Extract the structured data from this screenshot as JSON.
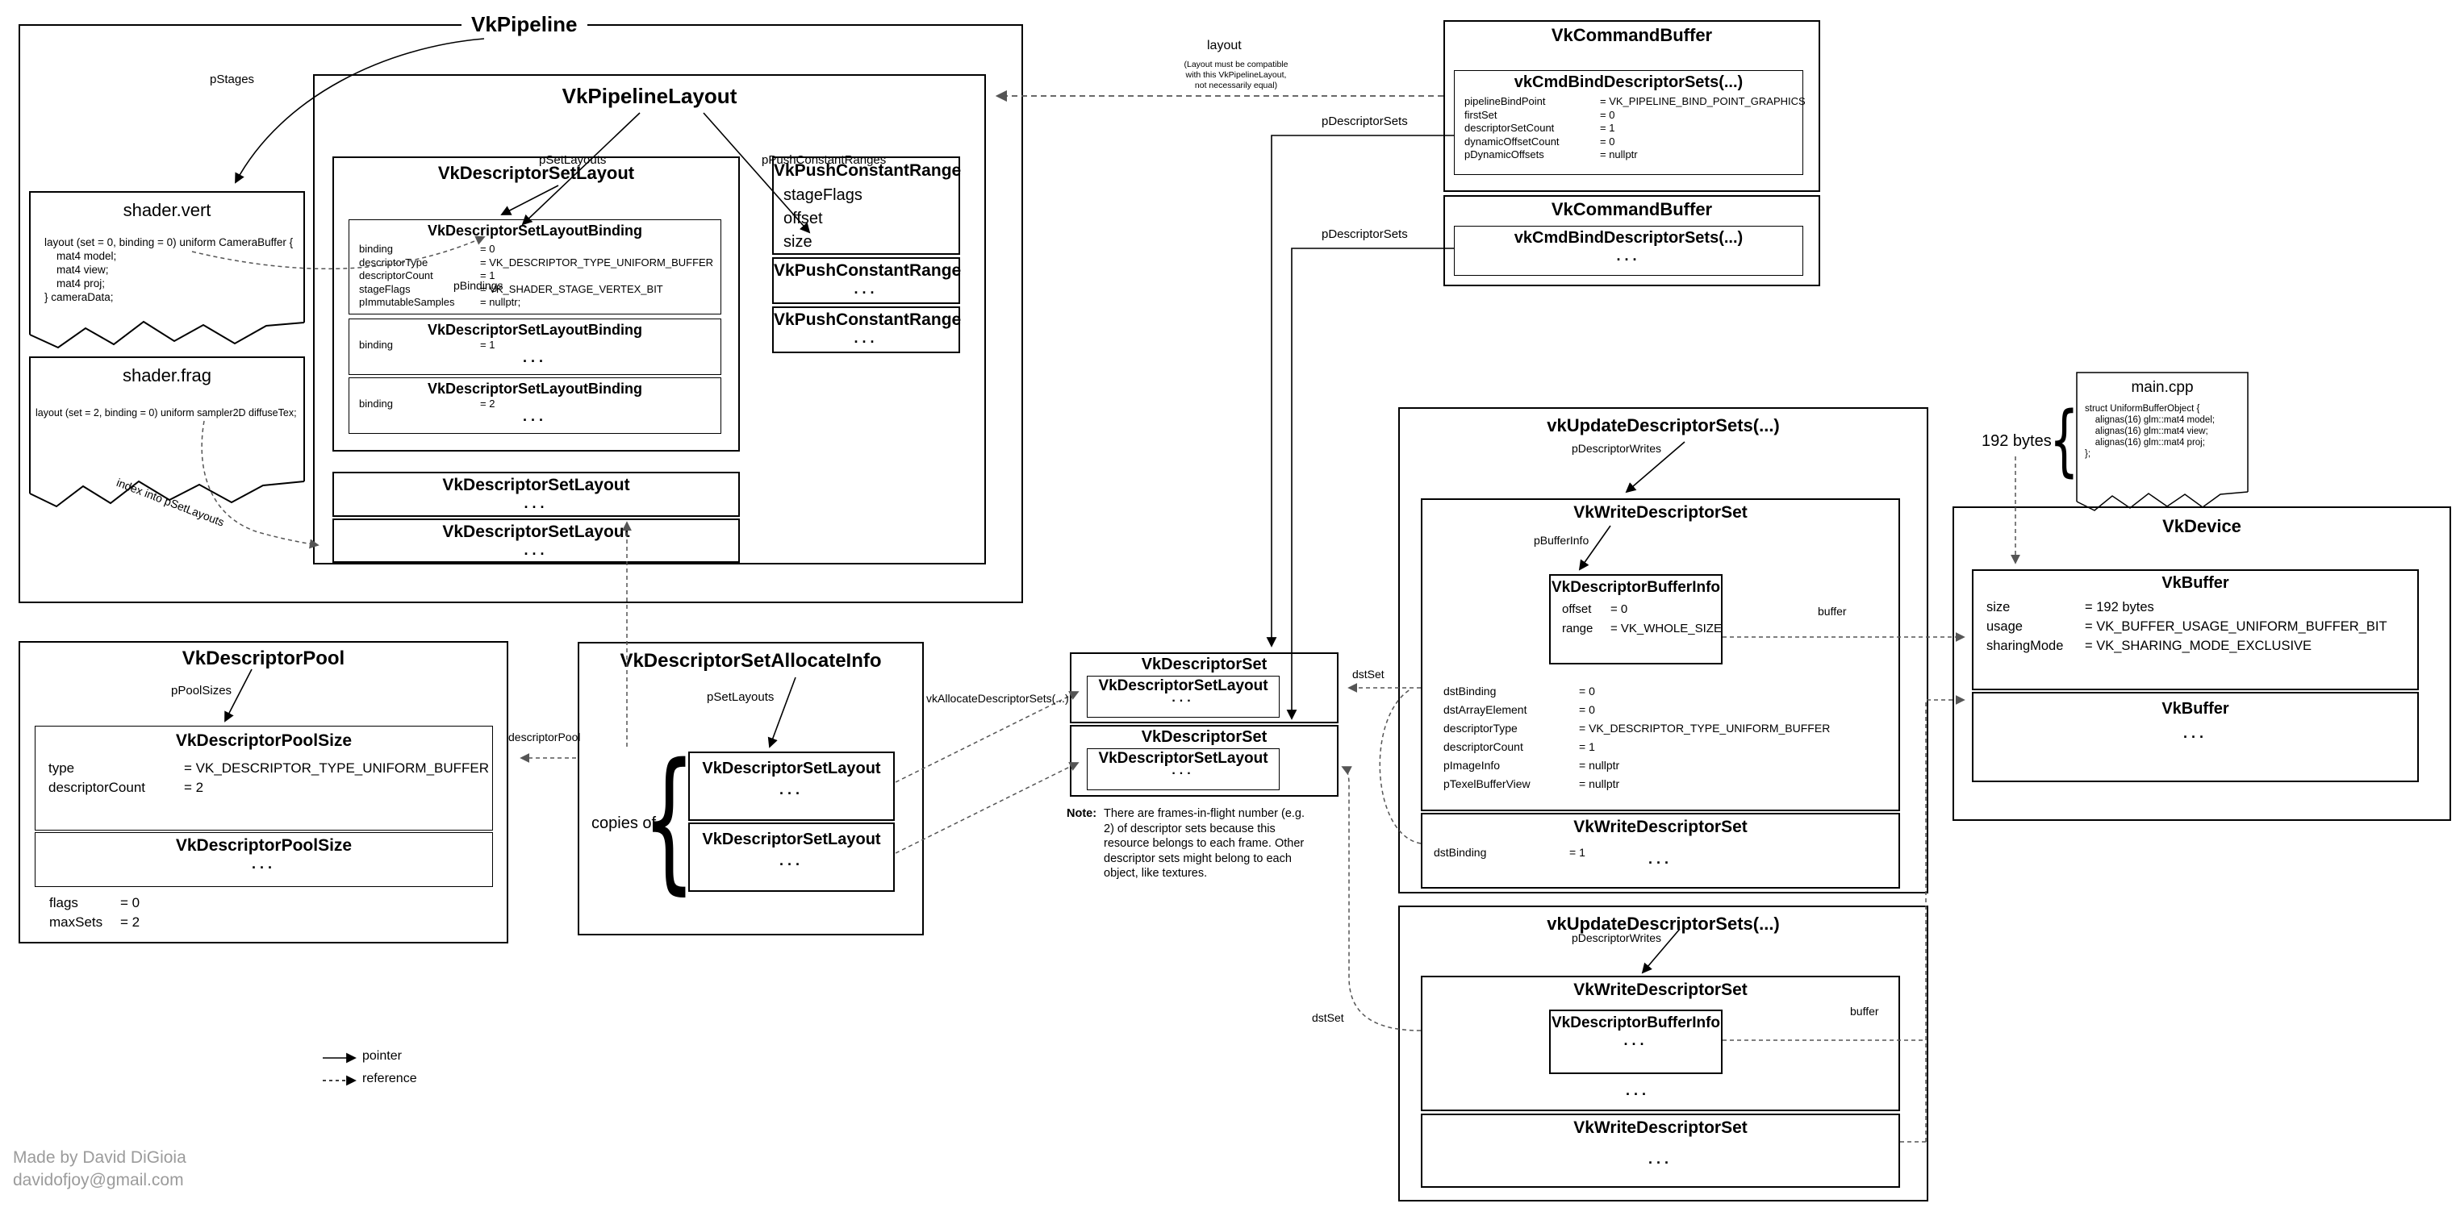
{
  "pipeline": {
    "title": "VkPipeline"
  },
  "labels": {
    "pstages": "pStages",
    "pset_layouts": "pSetLayouts",
    "ppush_constant_ranges": "pPushConstantRanges",
    "pbindings": "pBindings",
    "index_into": "index into pSetLayouts",
    "ppool_sizes": "pPoolSizes",
    "descriptor_pool": "descriptorPool",
    "copies_of": "copies of",
    "vk_allocate": "vkAllocateDescriptorSets(...)",
    "layout": "layout",
    "layout_note": "(Layout must be compatible\nwith this VkPipelineLayout,\nnot necessarily equal)",
    "pdescriptor_sets": "pDescriptorSets",
    "pdescriptor_writes": "pDescriptorWrites",
    "dst_set": "dstSet",
    "buffer": "buffer",
    "bytes": "192 bytes",
    "ellipsis": "..."
  },
  "shader_vert": {
    "title": "shader.vert",
    "code": "layout (set = 0, binding = 0) uniform CameraBuffer {\n    mat4 model;\n    mat4 view;\n    mat4 proj;\n} cameraData;"
  },
  "shader_frag": {
    "title": "shader.frag",
    "code": "layout (set = 2, binding = 0) uniform sampler2D diffuseTex;"
  },
  "pipeline_layout": {
    "title": "VkPipelineLayout",
    "dsl": {
      "title": "VkDescriptorSetLayout"
    },
    "binding1": {
      "title": "VkDescriptorSetLayoutBinding",
      "rows": [
        {
          "n": "binding",
          "v": "= 0"
        },
        {
          "n": "descriptorType",
          "v": "= VK_DESCRIPTOR_TYPE_UNIFORM_BUFFER"
        },
        {
          "n": "descriptorCount",
          "v": "= 1"
        },
        {
          "n": "stageFlags",
          "v": "= VK_SHADER_STAGE_VERTEX_BIT"
        },
        {
          "n": "pImmutableSamples",
          "v": "= nullptr;"
        }
      ]
    },
    "binding2": {
      "title": "VkDescriptorSetLayoutBinding",
      "row": {
        "n": "binding",
        "v": "= 1"
      }
    },
    "binding3": {
      "title": "VkDescriptorSetLayoutBinding",
      "row": {
        "n": "binding",
        "v": "= 2"
      }
    },
    "dsl_row1": {
      "title": "VkDescriptorSetLayout"
    },
    "dsl_row2": {
      "title": "VkDescriptorSetLayout"
    },
    "push1": {
      "title": "VkPushConstantRange",
      "fields": "stageFlags\noffset\nsize"
    },
    "push2": {
      "title": "VkPushConstantRange"
    },
    "push3": {
      "title": "VkPushConstantRange"
    }
  },
  "descriptor_pool": {
    "title": "VkDescriptorPool",
    "size1": {
      "title": "VkDescriptorPoolSize",
      "rows": [
        {
          "n": "type",
          "v": "= VK_DESCRIPTOR_TYPE_UNIFORM_BUFFER"
        },
        {
          "n": "descriptorCount",
          "v": "= 2"
        }
      ]
    },
    "size2": {
      "title": "VkDescriptorPoolSize"
    },
    "rows": [
      {
        "n": "flags",
        "v": "= 0"
      },
      {
        "n": "maxSets",
        "v": "= 2"
      }
    ]
  },
  "allocate_info": {
    "title": "VkDescriptorSetAllocateInfo",
    "row1": {
      "title": "VkDescriptorSetLayout"
    },
    "row2": {
      "title": "VkDescriptorSetLayout"
    }
  },
  "descriptor_set1": {
    "title": "VkDescriptorSet",
    "inner": {
      "title": "VkDescriptorSetLayout"
    }
  },
  "descriptor_set2": {
    "title": "VkDescriptorSet",
    "inner": {
      "title": "VkDescriptorSetLayout"
    }
  },
  "note": {
    "label": "Note:",
    "body": "There are frames-in-flight number (e.g. 2) of descriptor sets because this resource belongs to each frame. Other descriptor sets might belong to each object, like textures."
  },
  "command_buffer1": {
    "title": "VkCommandBuffer",
    "cmd": {
      "title": "vkCmdBindDescriptorSets(...)",
      "rows": [
        {
          "n": "pipelineBindPoint",
          "v": "= VK_PIPELINE_BIND_POINT_GRAPHICS"
        },
        {
          "n": "firstSet",
          "v": "= 0"
        },
        {
          "n": "descriptorSetCount",
          "v": "= 1"
        },
        {
          "n": "dynamicOffsetCount",
          "v": "= 0"
        },
        {
          "n": "pDynamicOffsets",
          "v": "= nullptr"
        }
      ]
    }
  },
  "command_buffer2": {
    "title": "VkCommandBuffer",
    "cmd": {
      "title": "vkCmdBindDescriptorSets(...)"
    }
  },
  "update1": {
    "title": "vkUpdateDescriptorSets(...)",
    "write1": {
      "title": "VkWriteDescriptorSet",
      "buffer_info": {
        "title": "VkDescriptorBufferInfo",
        "rows": [
          {
            "n": "offset",
            "v": "= 0"
          },
          {
            "n": "range",
            "v": "= VK_WHOLE_SIZE"
          }
        ]
      },
      "rows": [
        {
          "n": "dstBinding",
          "v": "= 0"
        },
        {
          "n": "dstArrayElement",
          "v": "= 0"
        },
        {
          "n": "descriptorType",
          "v": "= VK_DESCRIPTOR_TYPE_UNIFORM_BUFFER"
        },
        {
          "n": "descriptorCount",
          "v": "= 1"
        },
        {
          "n": "pImageInfo",
          "v": "= nullptr"
        },
        {
          "n": "pTexelBufferView",
          "v": "= nullptr"
        }
      ]
    },
    "write2": {
      "title": "VkWriteDescriptorSet",
      "row": {
        "n": "dstBinding",
        "v": "= 1"
      }
    }
  },
  "update2": {
    "title": "vkUpdateDescriptorSets(...)",
    "write3": {
      "title": "VkWriteDescriptorSet",
      "buffer_info": {
        "title": "VkDescriptorBufferInfo"
      }
    },
    "write4": {
      "title": "VkWriteDescriptorSet"
    }
  },
  "main_cpp": {
    "title": "main.cpp",
    "code": "struct UniformBufferObject {\n    alignas(16) glm::mat4 model;\n    alignas(16) glm::mat4 view;\n    alignas(16) glm::mat4 proj;\n};"
  },
  "device": {
    "title": "VkDevice",
    "buffer1": {
      "title": "VkBuffer",
      "rows": [
        {
          "n": "size",
          "v": "= 192 bytes"
        },
        {
          "n": "usage",
          "v": "= VK_BUFFER_USAGE_UNIFORM_BUFFER_BIT"
        },
        {
          "n": "sharingMode",
          "v": "= VK_SHARING_MODE_EXCLUSIVE"
        }
      ]
    },
    "buffer2": {
      "title": "VkBuffer"
    }
  },
  "legend": {
    "pointer": "pointer",
    "reference": "reference"
  },
  "footer": {
    "line1": "Made by David DiGioia",
    "line2": "davidofjoy@gmail.com"
  }
}
